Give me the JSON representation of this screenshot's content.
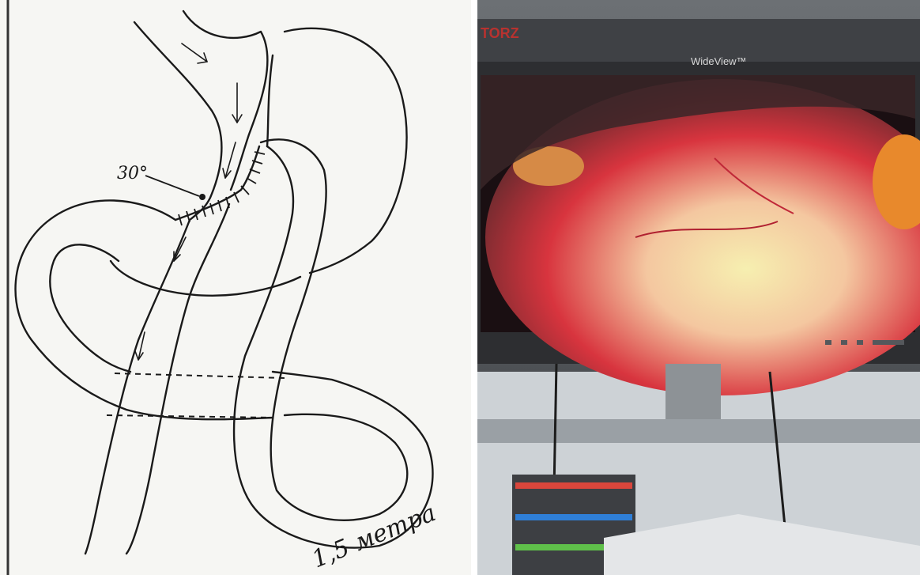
{
  "sketch": {
    "angle_label": "30°",
    "length_label": "1,5 метра"
  },
  "monitor": {
    "brand_fragment": "TORZ",
    "model_label": "WideView™"
  },
  "colors": {
    "ink": "#1a1a1a",
    "paper": "#f6f6f3",
    "monitor_bezel": "#2d2e31",
    "tissue_red": "#d8343e",
    "tissue_yellow": "#f3e9a0"
  }
}
